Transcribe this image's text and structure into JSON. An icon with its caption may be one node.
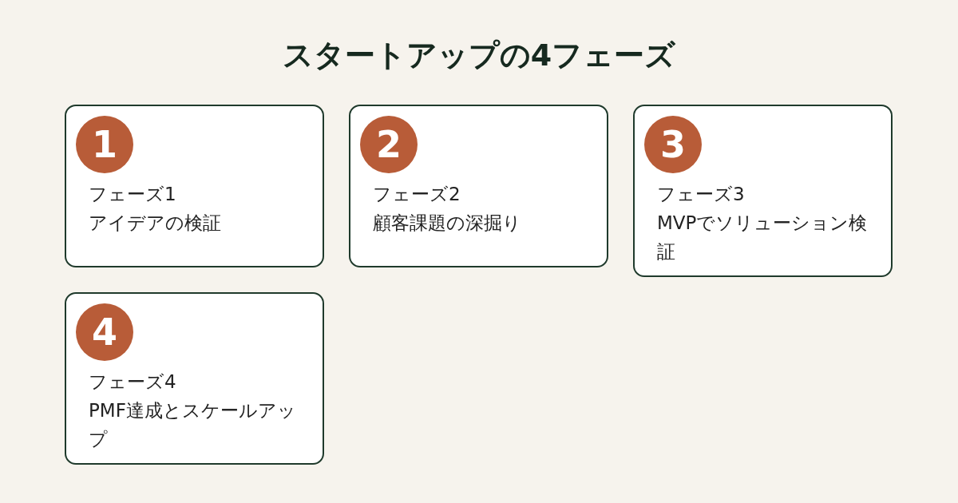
{
  "diagram": {
    "title": "スタートアップの4フェーズ",
    "nodes": [
      {
        "text": [
          "フェーズ1",
          "アイデアの検証"
        ]
      },
      {
        "text": [
          "1"
        ],
        "in": 0
      },
      {
        "text": [
          "フェーズ2",
          "顧客課題の深掘り"
        ]
      },
      {
        "text": [
          "2"
        ],
        "in": 2
      },
      {
        "text": [
          "フェーズ3",
          "MVPでソリューション検証"
        ]
      },
      {
        "text": [
          "3"
        ],
        "in": 4
      },
      {
        "text": [
          "フェーズ4",
          "PMF達成とスケールアップ"
        ]
      },
      {
        "text": [
          "4"
        ],
        "in": 6
      }
    ],
    "edges": []
  }
}
